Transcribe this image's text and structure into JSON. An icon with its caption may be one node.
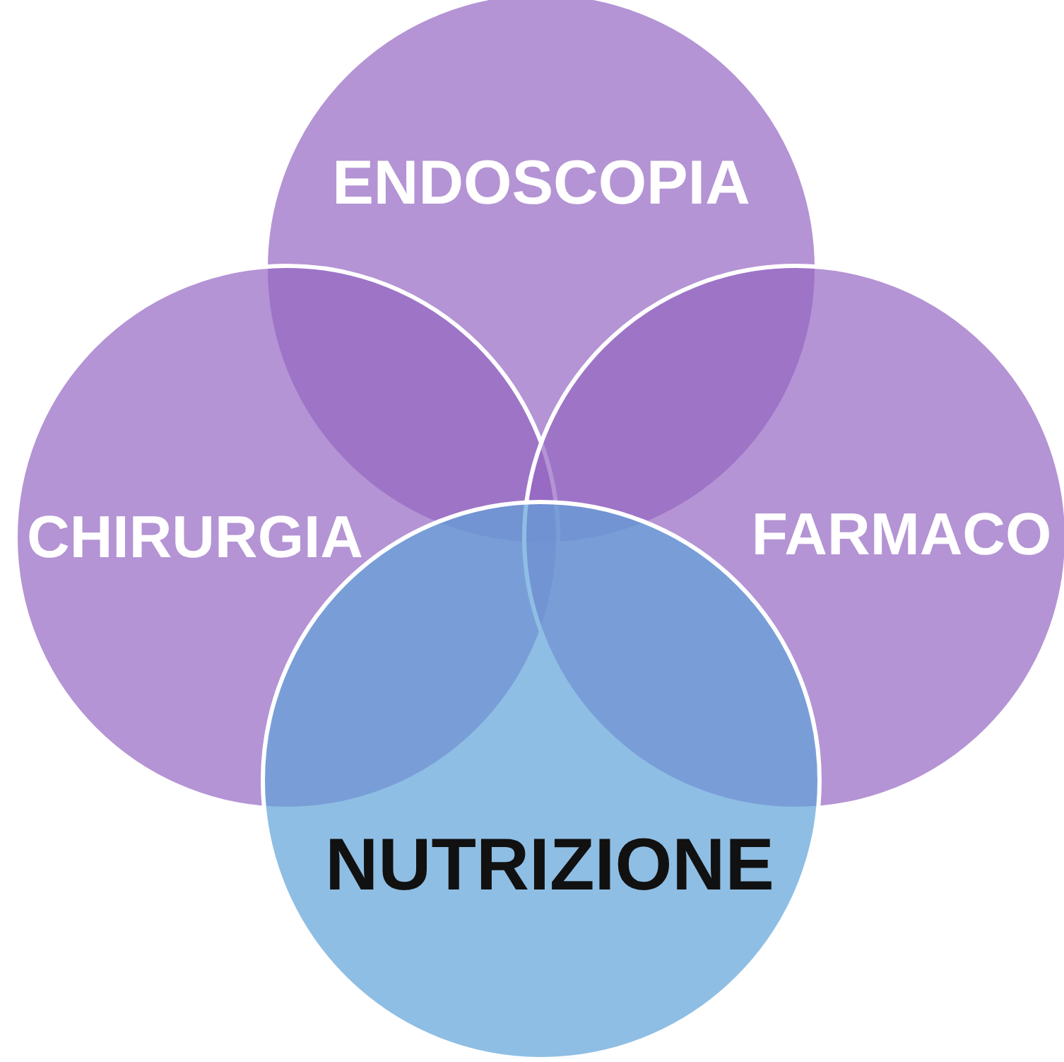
{
  "diagram": {
    "nodes": [
      {
        "text": [
          "ENDOSCOPIA"
        ]
      },
      {
        "text": [
          "CHIRURGIA"
        ]
      },
      {
        "text": [
          "FARMACO"
        ]
      },
      {
        "text": [
          "NUTRIZIONE"
        ]
      }
    ]
  }
}
